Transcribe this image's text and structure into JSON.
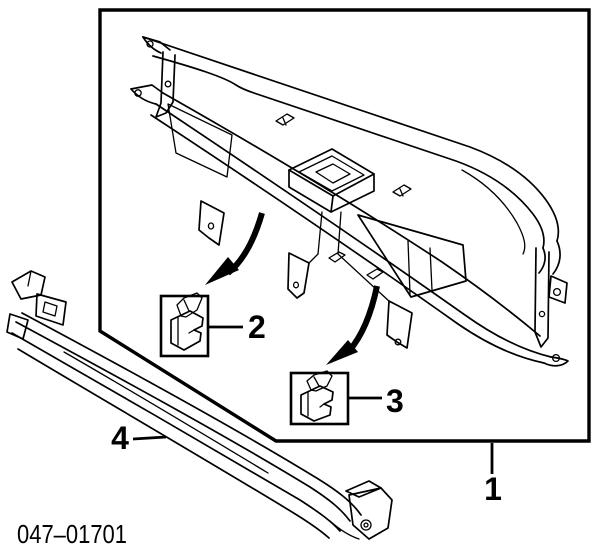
{
  "figure": {
    "code": "047–01701",
    "callouts": {
      "c1": {
        "label": "1"
      },
      "c2": {
        "label": "2"
      },
      "c3": {
        "label": "3"
      },
      "c4": {
        "label": "4"
      }
    },
    "colors": {
      "line": "#000000",
      "background": "#ffffff"
    }
  }
}
